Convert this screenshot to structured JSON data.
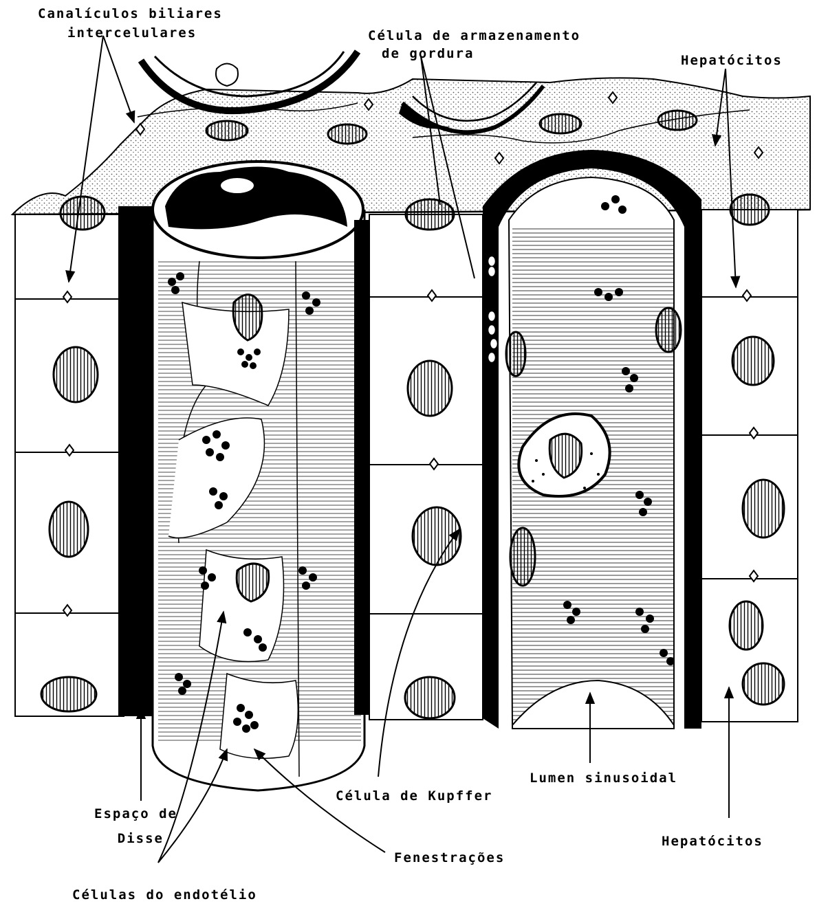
{
  "diagram": {
    "labels": {
      "canaliculos_line1": "Canalículos biliares",
      "canaliculos_line2": "intercelulares",
      "celula_gordura_line1": "Célula de armazenamento",
      "celula_gordura_line2": "de gordura",
      "hepatocitos_top": "Hepatócitos",
      "lumen_sinusoidal": "Lumen sinusoidal",
      "celula_kupffer": "Célula de Kupffer",
      "espaco_disse_line1": "Espaço de",
      "espaco_disse_line2": "Disse",
      "hepatocitos_bottom": "Hepatócitos",
      "fenestracoes": "Fenestrações",
      "celulas_endotelio": "Células do endotélio"
    },
    "colors": {
      "ink": "#000000",
      "paper": "#ffffff",
      "stipple": "#555555"
    }
  }
}
